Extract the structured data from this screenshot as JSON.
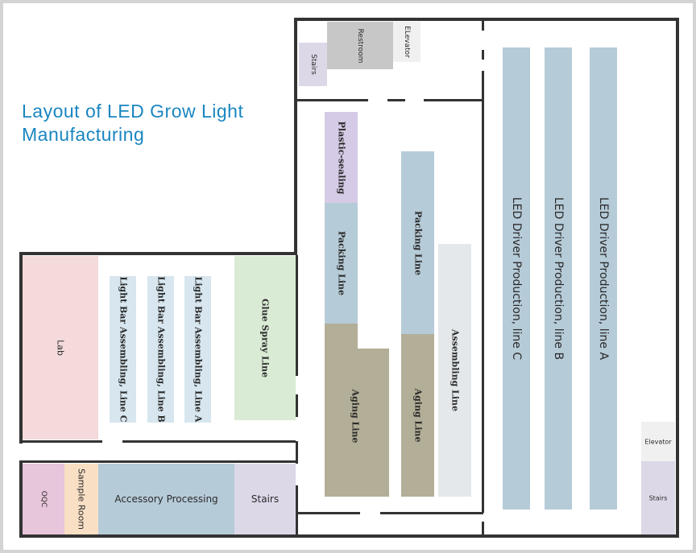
{
  "title": {
    "line1": "Layout of LED Grow Light",
    "line2": "Manufacturing"
  },
  "colors": {
    "blue": "#b6cbd8",
    "lavender": "#dcd8e8",
    "purple": "#d6cbe6",
    "gray": "#c7c7c7",
    "pink": "#f4dada",
    "green": "#d9ead5",
    "olive": "#b3ae97",
    "lightgray": "#e4e8eb",
    "peach": "#f9dfc4",
    "mauve": "#e7c5da",
    "title": "#1a86c1"
  },
  "rooms": {
    "stairs_top": "Stairs",
    "restroom": "Restroom",
    "elevator_top": "ELevator",
    "plastic_sealing": "Plastic-sealing",
    "packing_line_left": "Packing Line",
    "aging_line_left": "Aging Line",
    "packing_line_mid": "Packing Line",
    "aging_line_mid": "Aging Line",
    "assembling_line": "Assembling Line",
    "led_driver_c": "LED Driver Production, line C",
    "led_driver_b": "LED Driver Production, line B",
    "led_driver_a": "LED Driver Production, line A",
    "elevator_right": "Elevator",
    "stairs_right": "Stairs",
    "lab": "Lab",
    "light_bar_c": "Light Bar Assembling, Line C",
    "light_bar_b": "Light Bar Assembling, Line B",
    "light_bar_a": "Light Bar Assembling, Line A",
    "glue_spray": "Glue Spray Line",
    "oqc": "OQC",
    "sample_room": "Sample Room",
    "accessory": "Accessory Processing",
    "stairs_bottom": "Stairs"
  }
}
